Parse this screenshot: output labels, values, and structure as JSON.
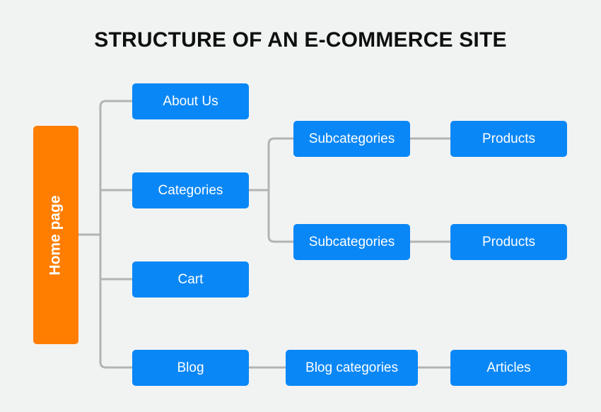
{
  "title": "STRUCTURE OF AN E-COMMERCE SITE",
  "colors": {
    "background": "#f1f3f3",
    "root": "#ff7e00",
    "node": "#0a87f6",
    "connector": "#b3b3b3",
    "title": "#0f0f0f"
  },
  "root": {
    "label": "Home page"
  },
  "level1": [
    {
      "label": "About Us"
    },
    {
      "label": "Categories"
    },
    {
      "label": "Cart"
    },
    {
      "label": "Blog"
    }
  ],
  "level2": [
    {
      "label": "Subcategories"
    },
    {
      "label": "Subcategories"
    },
    {
      "label": "Blog categories"
    }
  ],
  "level3": [
    {
      "label": "Products"
    },
    {
      "label": "Products"
    },
    {
      "label": "Articles"
    }
  ]
}
